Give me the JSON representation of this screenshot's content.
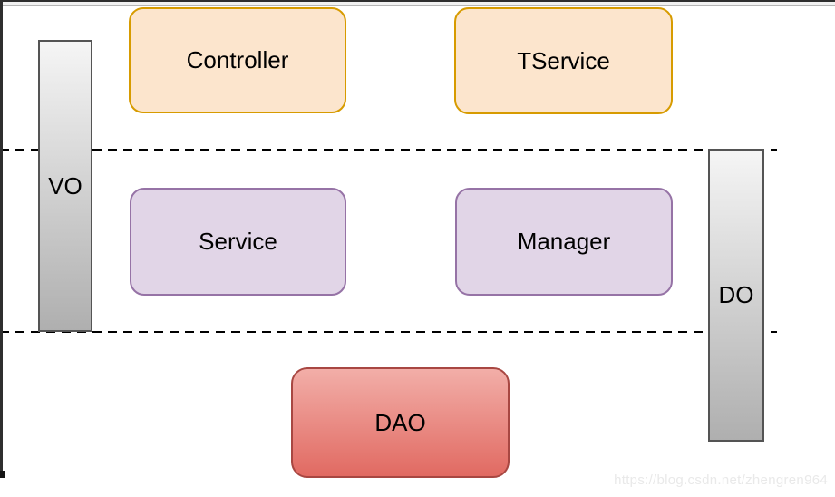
{
  "nodes": {
    "controller": {
      "label": "Controller"
    },
    "tservice": {
      "label": "TService"
    },
    "service": {
      "label": "Service"
    },
    "manager": {
      "label": "Manager"
    },
    "dao": {
      "label": "DAO"
    }
  },
  "bars": {
    "vo": {
      "label": "VO"
    },
    "do": {
      "label": "DO"
    }
  },
  "colors": {
    "orange_fill": "#FCE5CD",
    "orange_border": "#D79B00",
    "purple_fill": "#E1D5E7",
    "purple_border": "#9673A6",
    "red_fill_top": "#F2AEA8",
    "red_fill_bottom": "#E16A62",
    "red_border": "#A84742",
    "bar_fill_top": "#F5F5F5",
    "bar_fill_bottom": "#AFAFAF",
    "bar_border": "#545454",
    "dash_color": "#000000"
  },
  "watermark": {
    "text": "https://blog.csdn.net/zhengren964"
  }
}
